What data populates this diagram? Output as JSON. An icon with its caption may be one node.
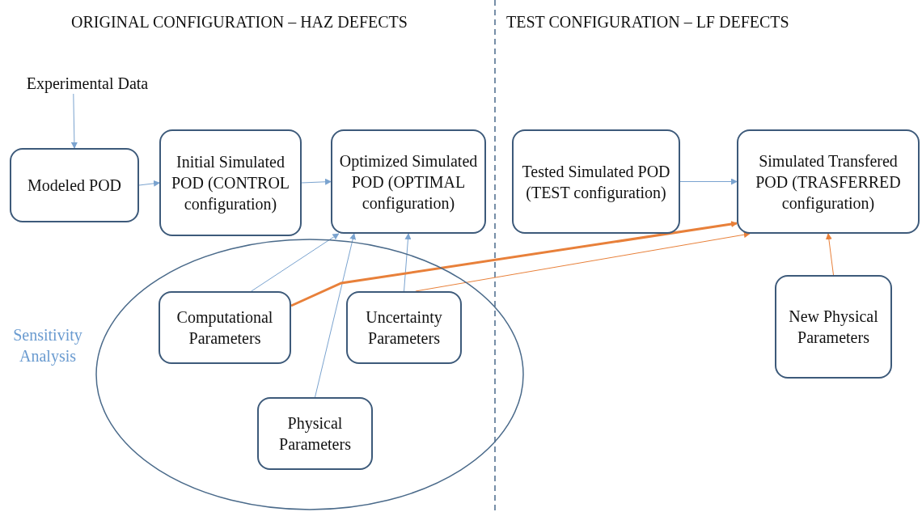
{
  "diagram": {
    "nodes": [
      {
        "text": [
          "Experimental Data"
        ]
      },
      {
        "text": [
          "Modeled POD"
        ]
      },
      {
        "text": [
          "Initial Simulated POD (CONTROL configuration)"
        ]
      },
      {
        "text": [
          "Optimized Simulated POD (OPTIMAL configuration)"
        ]
      },
      {
        "text": [
          "Tested Simulated POD (TEST configuration)"
        ]
      },
      {
        "text": [
          "Simulated Transfered POD (TRASFERRED configuration)"
        ]
      },
      {
        "text": [
          "Sensitivity Analysis"
        ]
      },
      {
        "text": [
          "Computational Parameters"
        ],
        "in": 6
      },
      {
        "text": [
          "Uncertainty Parameters"
        ],
        "in": 6
      },
      {
        "text": [
          "Physical Parameters"
        ],
        "in": 6
      },
      {
        "text": [
          "New Physical Parameters"
        ]
      }
    ],
    "edges": [
      {
        "from": 0,
        "to": 1,
        "arrow": "to"
      },
      {
        "from": 1,
        "to": 2,
        "arrow": "to"
      },
      {
        "from": 2,
        "to": 3,
        "arrow": "to"
      },
      {
        "from": 4,
        "to": 5,
        "arrow": "to"
      },
      {
        "from": 7,
        "to": 3,
        "arrow": "to"
      },
      {
        "from": 9,
        "to": 3,
        "arrow": "to"
      },
      {
        "from": 8,
        "to": 3,
        "arrow": "to"
      },
      {
        "from": 7,
        "to": 5,
        "arrow": "to",
        "style": "thick",
        "color": "#e8803a"
      },
      {
        "from": 8,
        "to": 5,
        "arrow": "to",
        "color": "#e8803a"
      },
      {
        "from": 10,
        "to": 5,
        "arrow": "to",
        "color": "#e8803a"
      }
    ],
    "labels": [
      "ORIGINAL CONFIGURATION – HAZ DEFECTS",
      "TEST CONFIGURATION – LF DEFECTS"
    ]
  }
}
